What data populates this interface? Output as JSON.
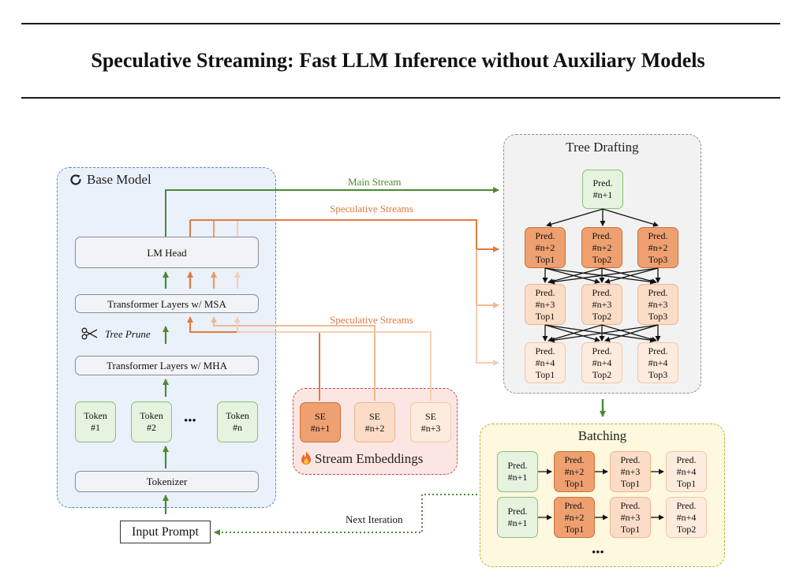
{
  "title": "Speculative Streaming: Fast LLM Inference without Auxiliary Models",
  "colors": {
    "green_arrow": "#4a8a35",
    "orange_1": "#e07a3e",
    "orange_2": "#eb9a64",
    "orange_3": "#f2b891",
    "orange_4": "#f6cfb3",
    "base_panel_bg": "#eaf1fb",
    "base_panel_border": "#5b86c2",
    "tree_panel_bg": "#f2f2f2",
    "tree_panel_border": "#8c8c8c",
    "batch_panel_bg": "#fdf8de",
    "batch_panel_border": "#c9a93c",
    "stream_panel_bg": "#fbe6e3",
    "stream_panel_border": "#cc4a4a"
  },
  "base_model": {
    "label": "Base Model",
    "icon": "refresh-icon",
    "lm_head": "LM Head",
    "transformer_msa": "Transformer Layers w/ MSA",
    "tree_prune": "Tree Prune",
    "tree_prune_icon": "scissors-icon",
    "transformer_mha": "Transformer Layers w/ MHA",
    "tokens": [
      "Token\n#1",
      "Token\n#2",
      "Token\n#n"
    ],
    "ellipsis": "•••",
    "tokenizer": "Tokenizer"
  },
  "input_prompt": "Input Prompt",
  "streams": {
    "main": "Main Stream",
    "speculative_top": "Speculative Streams",
    "speculative_bottom": "Speculative Streams",
    "next_iteration": "Next Iteration"
  },
  "stream_embeddings": {
    "label": "Stream Embeddings",
    "icon": "fire-icon",
    "items": [
      "SE\n#n+1",
      "SE\n#n+2",
      "SE\n#n+3"
    ]
  },
  "tree_drafting": {
    "label": "Tree Drafting",
    "root": "Pred.\n#n+1",
    "level2": [
      "Pred.\n#n+2\nTop1",
      "Pred.\n#n+2\nTop2",
      "Pred.\n#n+2\nTop3"
    ],
    "level3": [
      "Pred.\n#n+3\nTop1",
      "Pred.\n#n+3\nTop2",
      "Pred.\n#n+3\nTop3"
    ],
    "level4": [
      "Pred.\n#n+4\nTop1",
      "Pred.\n#n+4\nTop2",
      "Pred.\n#n+4\nTop3"
    ]
  },
  "batching": {
    "label": "Batching",
    "rows": [
      [
        "Pred.\n#n+1",
        "Pred.\n#n+2\nTop1",
        "Pred.\n#n+3\nTop1",
        "Pred.\n#n+4\nTop1"
      ],
      [
        "Pred.\n#n+1",
        "Pred.\n#n+2\nTop1",
        "Pred.\n#n+3\nTop1",
        "Pred.\n#n+4\nTop2"
      ]
    ],
    "ellipsis": "•••"
  }
}
